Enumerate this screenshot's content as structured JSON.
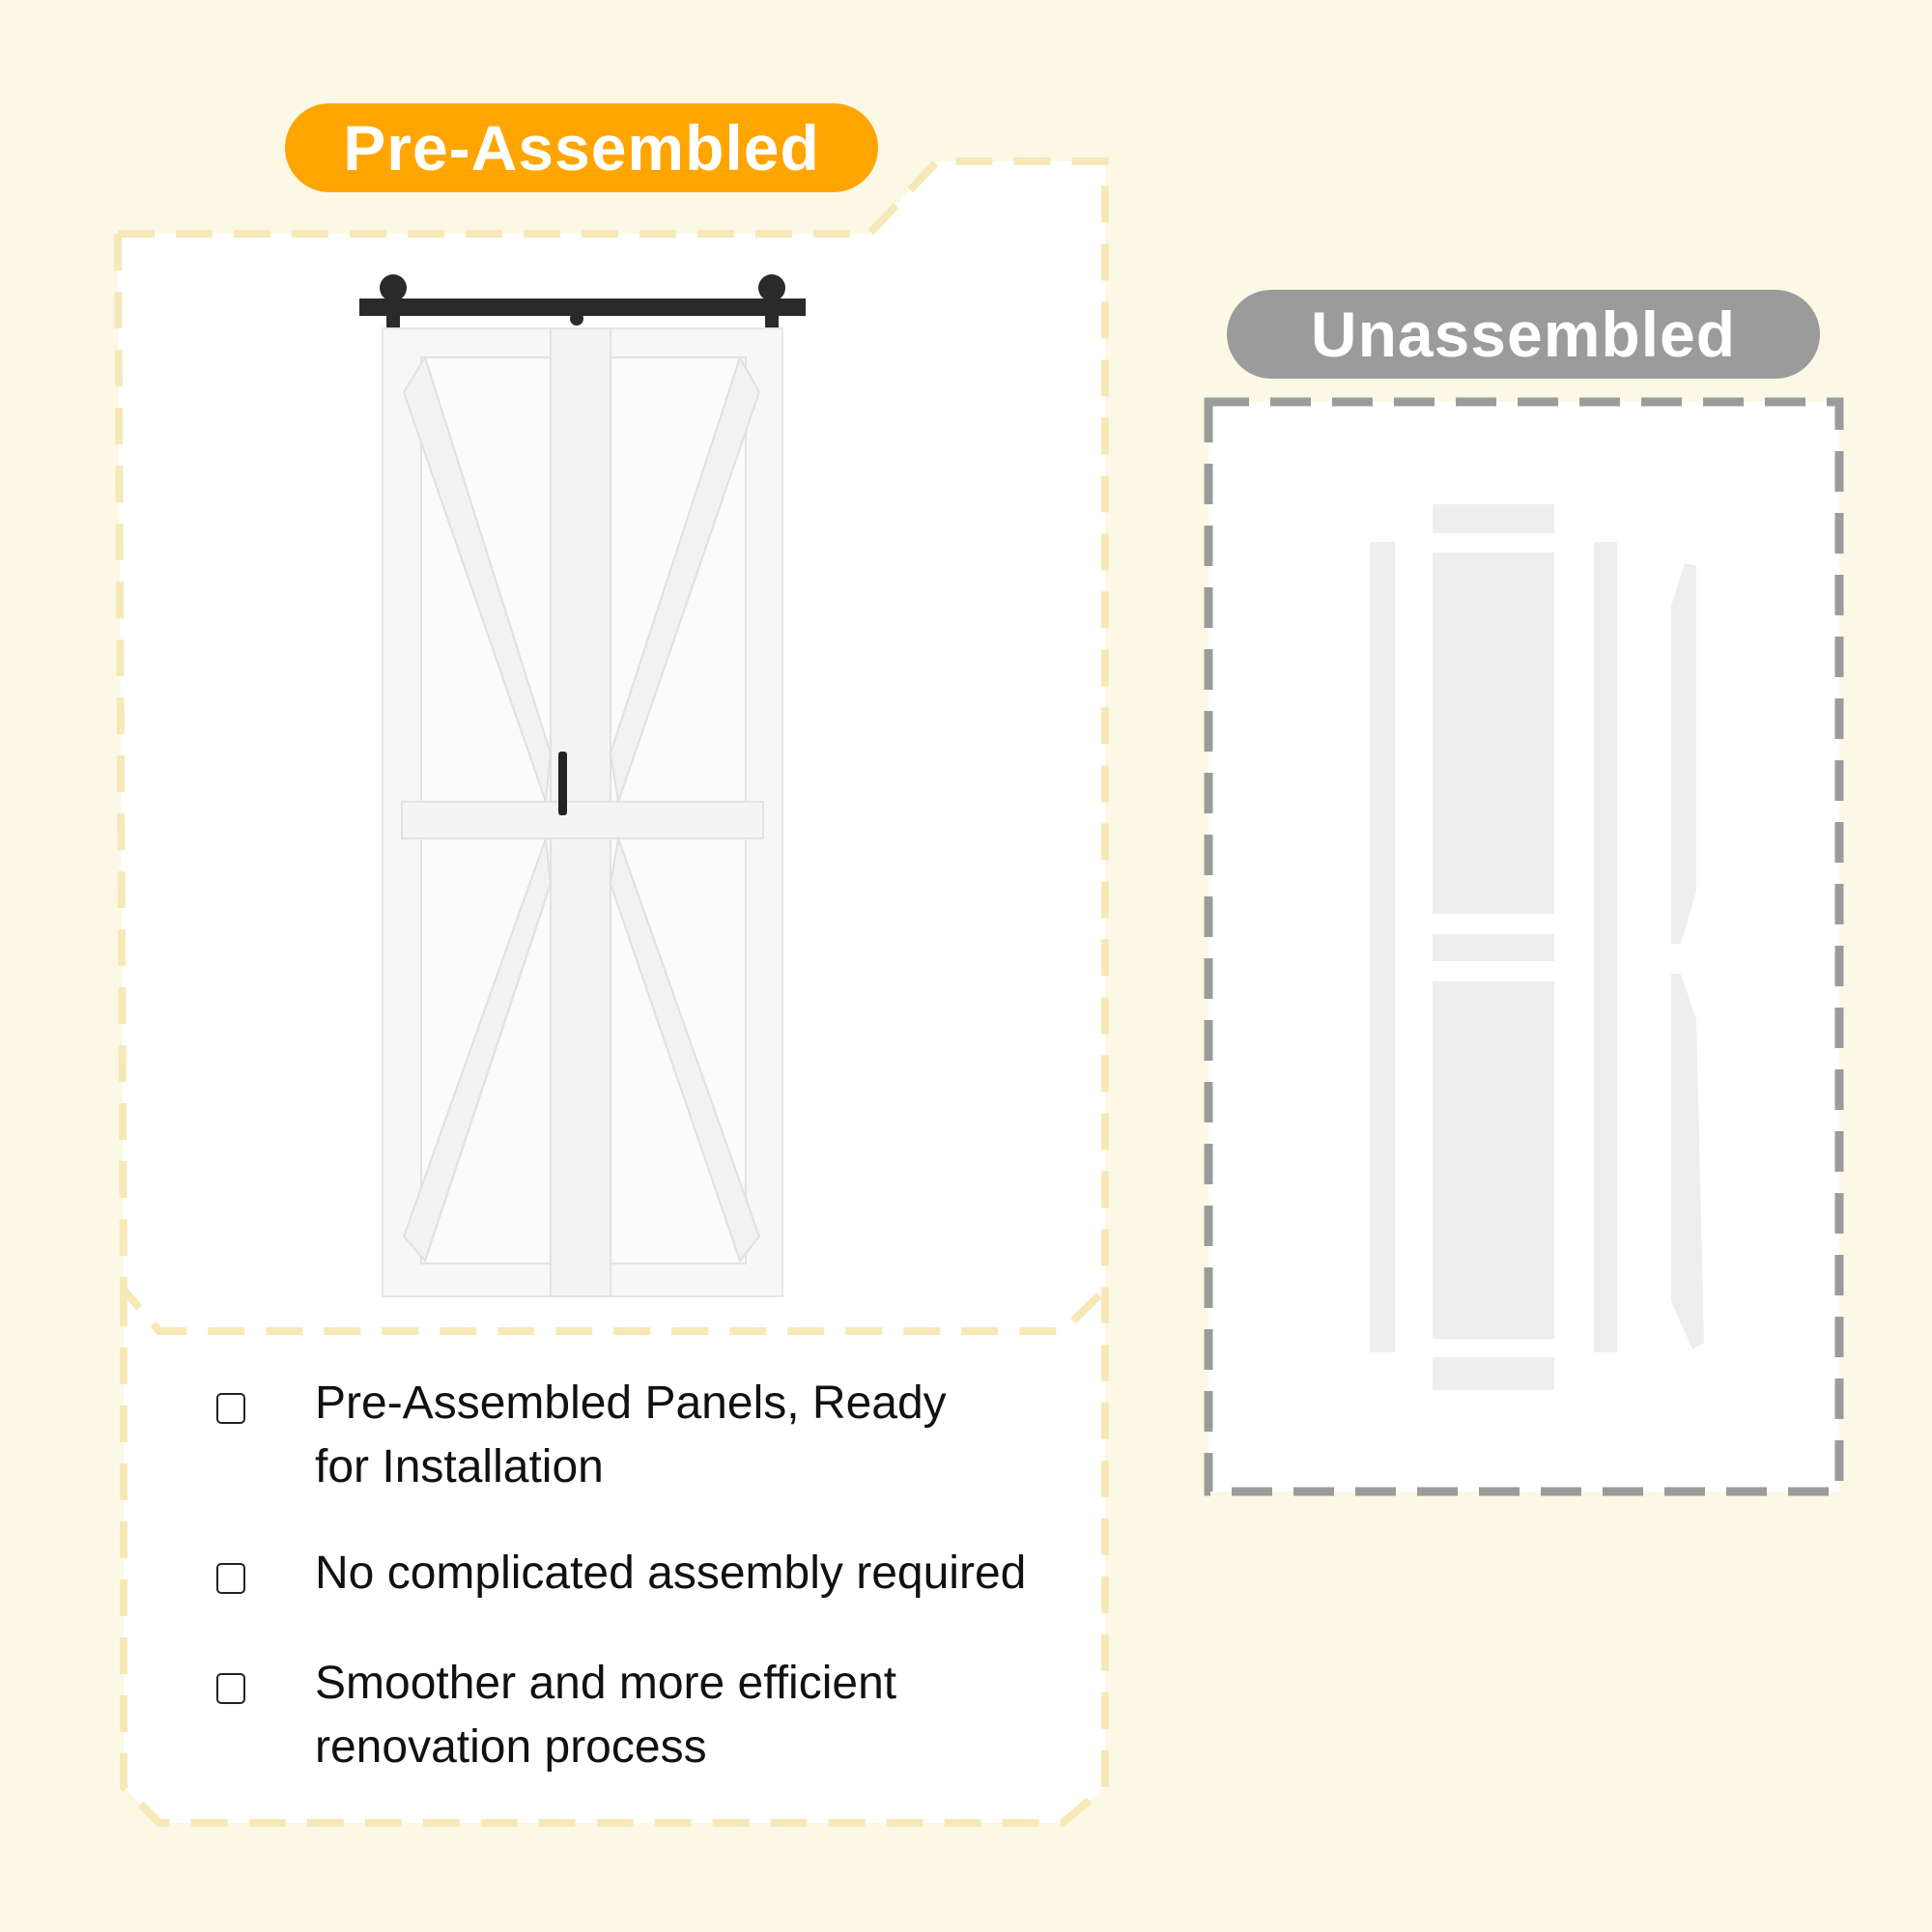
{
  "pre_assembled": {
    "badge_label": "Pre-Assembled",
    "badge_color": "#ffa500",
    "outline_color": "#f6e9b7",
    "features": [
      {
        "line1": "Pre-Assembled Panels, Ready",
        "line2": "for Installation"
      },
      {
        "line1": "No complicated assembly required",
        "line2": ""
      },
      {
        "line1": "Smoother and more efficient",
        "line2": "renovation process"
      }
    ]
  },
  "unassembled": {
    "badge_label": "Unassembled",
    "badge_color": "#9b9b9b",
    "outline_color": "#9b9b9b"
  },
  "background_color": "#fbf8e6",
  "icons": {
    "door": "barn-door-icon",
    "parts": "door-parts-icon",
    "bullet": "checkbox-icon"
  }
}
